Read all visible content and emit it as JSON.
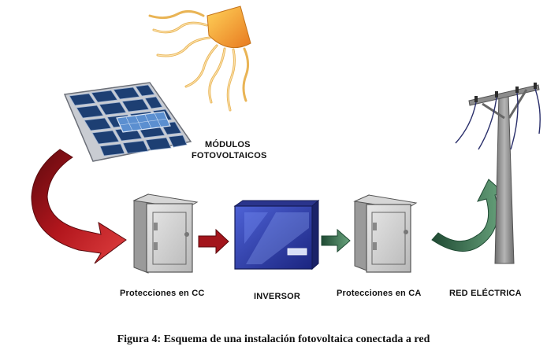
{
  "labels": {
    "modulos_line1": "MÓDULOS",
    "modulos_line2": "FOTOVOLTAICOS",
    "protecciones_cc": "Protecciones  en CC",
    "inversor": "INVERSOR",
    "protecciones_ca": "Protecciones  en CA",
    "red_electrica": "RED ELÉCTRICA"
  },
  "caption": "Figura 4: Esquema de una instalación fotovoltaica conectada a red",
  "colors": {
    "sun": "#f5a623",
    "sun_rays": "#f0c060",
    "panel": "#1d3f73",
    "arrow_red": "#a3151c",
    "arrow_green": "#3f7a55",
    "inverter": "#2b3aa8",
    "box": "#c9c9c9",
    "pole": "#8a8a8a"
  },
  "icons": [
    "sun-icon",
    "solar-panel-icon",
    "breaker-box-icon",
    "inverter-icon",
    "utility-pole-icon"
  ]
}
